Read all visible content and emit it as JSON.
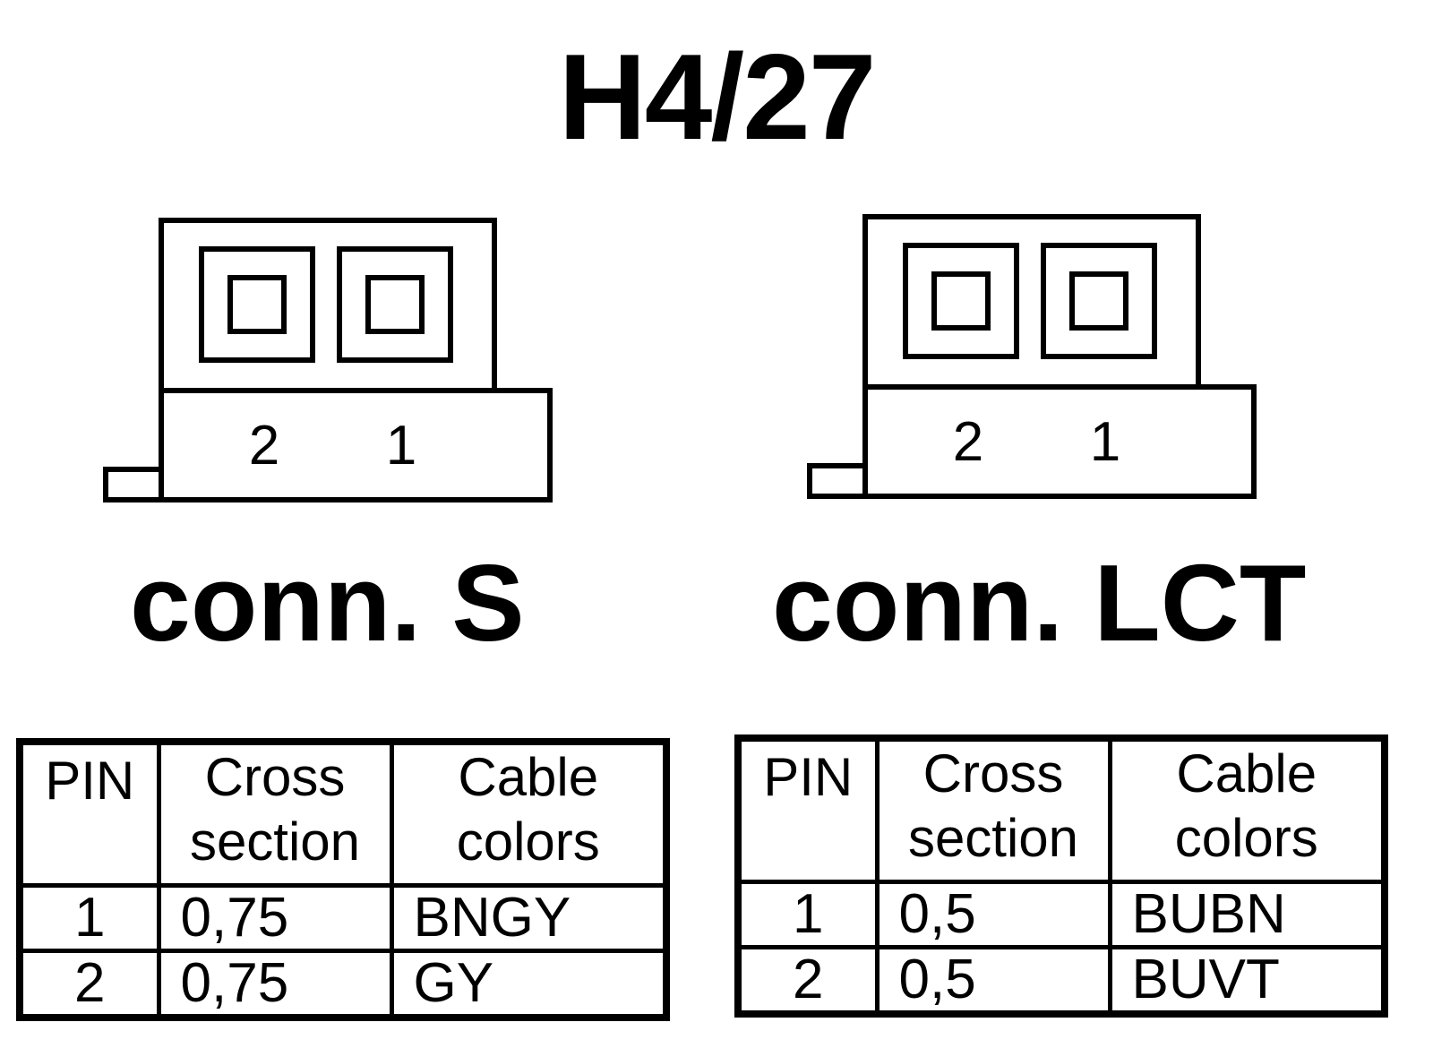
{
  "title": "H4/27",
  "connectors": [
    {
      "label": "conn. S",
      "pin_labels": [
        "2",
        "1"
      ],
      "table": {
        "headers": {
          "pin": "PIN",
          "cross_line1": "Cross",
          "cross_line2": "section",
          "color_line1": "Cable",
          "color_line2": "colors"
        },
        "rows": [
          {
            "pin": "1",
            "cross": "0,75",
            "color": "BNGY"
          },
          {
            "pin": "2",
            "cross": "0,75",
            "color": "GY"
          }
        ]
      }
    },
    {
      "label": "conn. LCT",
      "pin_labels": [
        "2",
        "1"
      ],
      "table": {
        "headers": {
          "pin": "PIN",
          "cross_line1": "Cross",
          "cross_line2": "section",
          "color_line1": "Cable",
          "color_line2": "colors"
        },
        "rows": [
          {
            "pin": "1",
            "cross": "0,5",
            "color": "BUBN"
          },
          {
            "pin": "2",
            "cross": "0,5",
            "color": "BUVT"
          }
        ]
      }
    }
  ]
}
